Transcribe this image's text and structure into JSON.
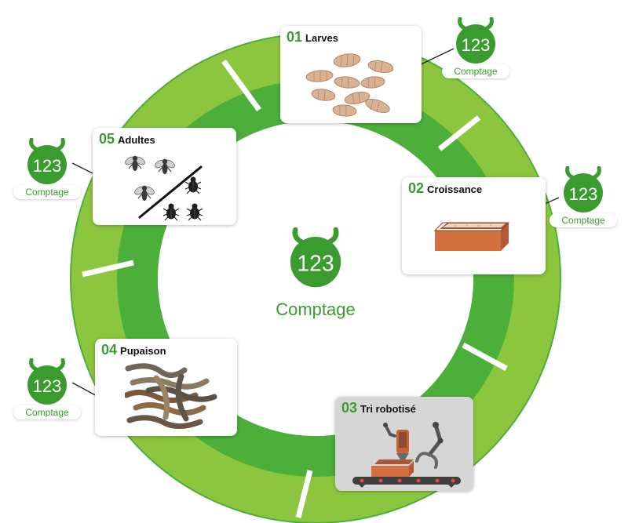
{
  "center": {
    "badge_number": "123",
    "label": "Comptage"
  },
  "steps": [
    {
      "number": "01",
      "label": "Larves",
      "badge_number": "123",
      "badge_label": "Comptage"
    },
    {
      "number": "02",
      "label": "Croissance",
      "badge_number": "123",
      "badge_label": "Comptage"
    },
    {
      "number": "03",
      "label": "Tri robotisé"
    },
    {
      "number": "04",
      "label": "Pupaison",
      "badge_number": "123",
      "badge_label": "Comptage"
    },
    {
      "number": "05",
      "label": "Adultes",
      "badge_number": "123",
      "badge_label": "Comptage"
    }
  ],
  "colors": {
    "ring_dark": "#4caf3a",
    "ring_light": "#8cc63f",
    "brand_green": "#3a9c2e",
    "card_grey": "#d6d6d6"
  },
  "icons": [
    "counter-bug-icon",
    "larva-icon",
    "growth-tray-icon",
    "sorting-robot-icon",
    "pupa-worm-icon",
    "fly-icon",
    "beetle-icon"
  ]
}
